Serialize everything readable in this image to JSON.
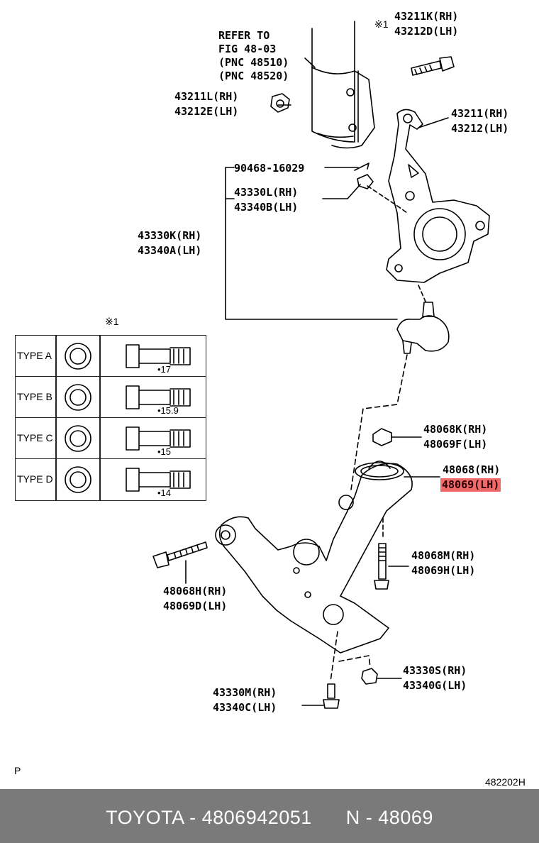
{
  "refer_note": {
    "line1": "REFER TO",
    "line2": "FIG 48-03",
    "line3": "(PNC 48510)",
    "line4": "(PNC 48520)"
  },
  "callouts": {
    "c43211K": {
      "rh": "43211K(RH)",
      "lh": "43212D(LH)",
      "mark": "※1"
    },
    "c43211L": {
      "rh": "43211L(RH)",
      "lh": "43212E(LH)"
    },
    "c43211": {
      "rh": "43211(RH)",
      "lh": "43212(LH)"
    },
    "c90468": {
      "part": "90468-16029"
    },
    "c43330L": {
      "rh": "43330L(RH)",
      "lh": "43340B(LH)"
    },
    "c43330K": {
      "rh": "43330K(RH)",
      "lh": "43340A(LH)"
    },
    "c48068K": {
      "rh": "48068K(RH)",
      "lh": "48069F(LH)"
    },
    "c48068": {
      "rh": "48068(RH)",
      "lh": "48069(LH)",
      "highlight_color": "#f06a6a"
    },
    "c48068M": {
      "rh": "48068M(RH)",
      "lh": "48069H(LH)"
    },
    "c48068H": {
      "rh": "48068H(RH)",
      "lh": "48069D(LH)"
    },
    "c43330S": {
      "rh": "43330S(RH)",
      "lh": "43340G(LH)"
    },
    "c43330M": {
      "rh": "43330M(RH)",
      "lh": "43340C(LH)"
    }
  },
  "bolt_types": {
    "mark": "※1",
    "rows": [
      {
        "name": "TYPE A",
        "dim": "•17"
      },
      {
        "name": "TYPE B",
        "dim": "•15.9"
      },
      {
        "name": "TYPE C",
        "dim": "•15"
      },
      {
        "name": "TYPE D",
        "dim": "•14"
      }
    ]
  },
  "corner_letter": "P",
  "figure_code": "482202H",
  "footer": {
    "text": "TOYOTA - 4806942051      N - 48069",
    "background": "#7a7a7a"
  },
  "icons": [
    "strut-icon",
    "knuckle-icon",
    "ball-joint-icon",
    "lower-arm-icon",
    "bolt-icon",
    "nut-icon",
    "bushing-icon"
  ]
}
